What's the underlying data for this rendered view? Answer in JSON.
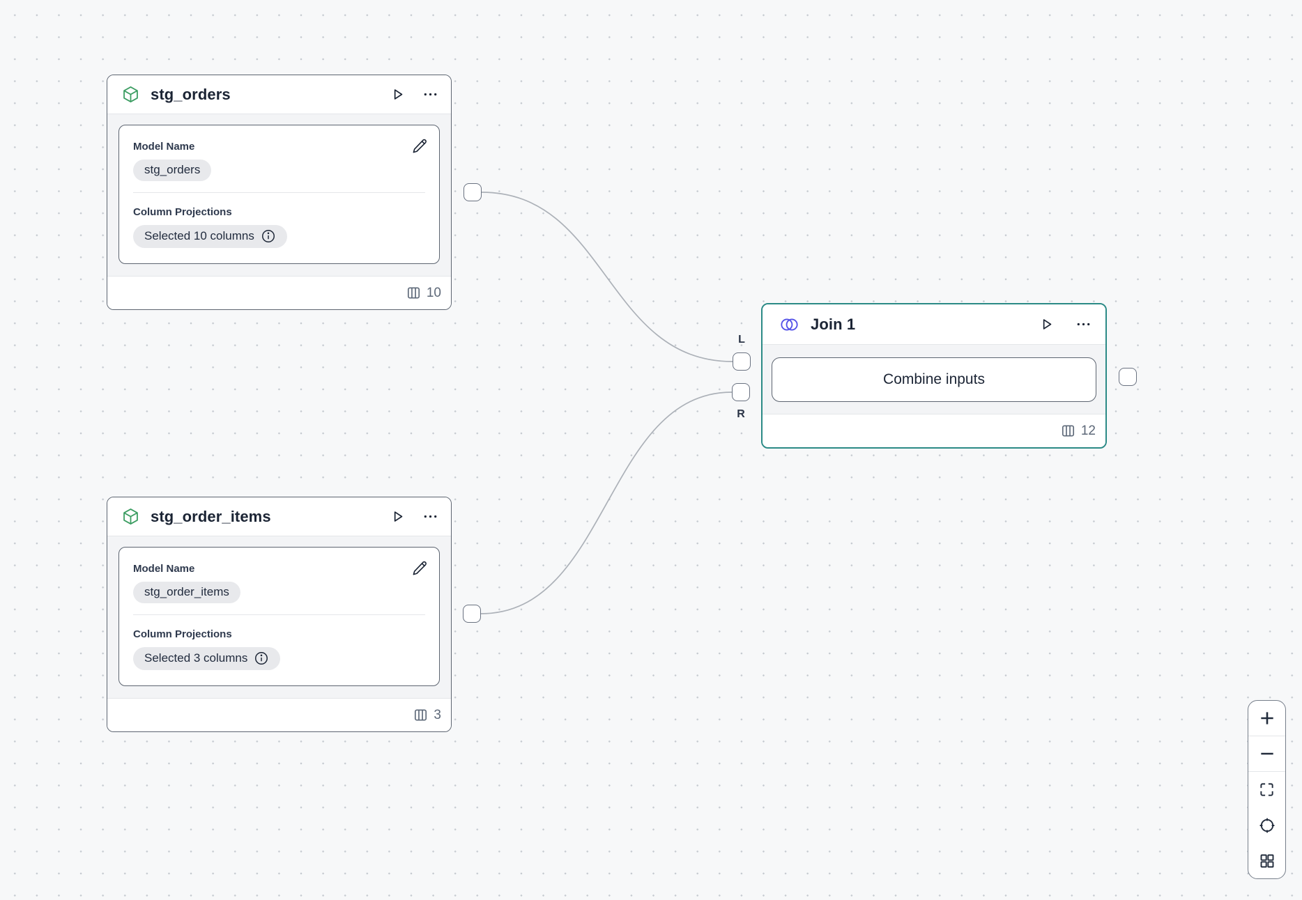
{
  "colors": {
    "canvas_background": "#f7f8f9",
    "dot_grid": "#c5cad0",
    "node_border": "#5c6470",
    "join_accent_teal": "#2b8a86",
    "model_icon_green": "#3c9d62",
    "join_icon_indigo": "#5452e8",
    "edge_gray": "#acb1b8",
    "muted_text": "#5d6878"
  },
  "icons": {
    "model": "cube-icon",
    "join": "join-circles-icon",
    "run": "play-icon",
    "menu": "ellipsis-icon",
    "edit": "pencil-icon",
    "info": "info-icon",
    "columns": "columns-icon",
    "zoom_in": "plus-icon",
    "zoom_out": "minus-icon",
    "fit_view": "maximize-icon",
    "locate": "crosshair-icon",
    "overview": "grid-icon"
  },
  "nodes": {
    "stg_orders": {
      "title": "stg_orders",
      "model_name_label": "Model Name",
      "model_name_value": "stg_orders",
      "projections_label": "Column Projections",
      "projections_value": "Selected 10 columns",
      "column_count": "10"
    },
    "stg_order_items": {
      "title": "stg_order_items",
      "model_name_label": "Model Name",
      "model_name_value": "stg_order_items",
      "projections_label": "Column Projections",
      "projections_value": "Selected 3 columns",
      "column_count": "3"
    },
    "join": {
      "title": "Join 1",
      "action_label": "Combine inputs",
      "column_count": "12",
      "left_port_label": "L",
      "right_port_label": "R"
    }
  }
}
